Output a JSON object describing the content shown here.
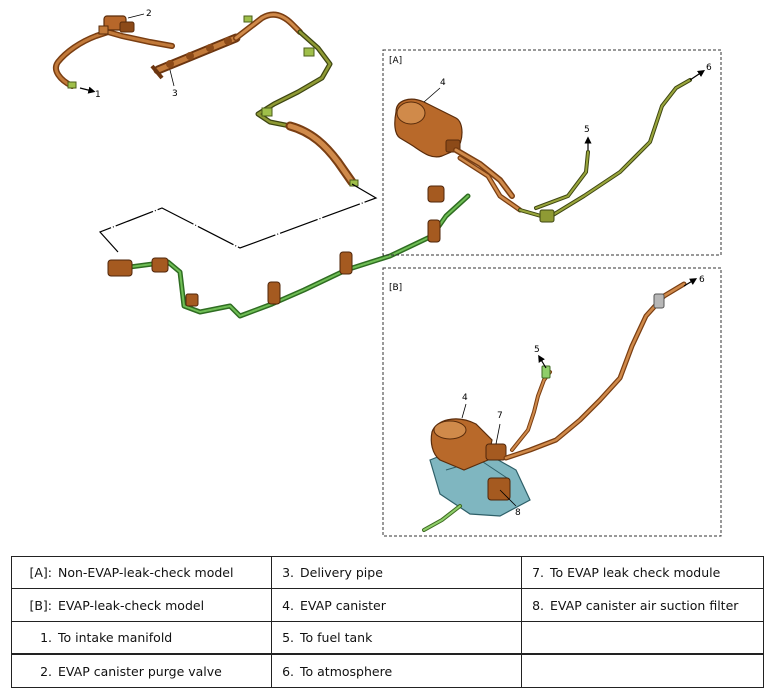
{
  "callouts": {
    "c1": "1",
    "c2": "2",
    "c3": "3",
    "a_box": "[A]",
    "a4": "4",
    "a5": "5",
    "a6": "6",
    "b_box": "[B]",
    "b4": "4",
    "b5": "5",
    "b6": "6",
    "b7": "7",
    "b8": "8"
  },
  "legend": {
    "rows": [
      [
        {
          "key": "[A]:",
          "text": "Non-EVAP-leak-check model"
        },
        {
          "key": "3.",
          "text": "Delivery pipe"
        },
        {
          "key": "7.",
          "text": "To EVAP leak check module"
        }
      ],
      [
        {
          "key": "[B]:",
          "text": "EVAP-leak-check model"
        },
        {
          "key": "4.",
          "text": "EVAP canister"
        },
        {
          "key": "8.",
          "text": "EVAP canister air suction filter"
        }
      ],
      [
        {
          "key": "1.",
          "text": "To intake manifold"
        },
        {
          "key": "5.",
          "text": "To fuel tank"
        },
        {
          "key": "",
          "text": ""
        }
      ],
      [
        {
          "key": "2.",
          "text": "EVAP canister purge valve"
        },
        {
          "key": "6.",
          "text": "To atmosphere"
        },
        {
          "key": "",
          "text": ""
        }
      ]
    ]
  },
  "colors": {
    "copper": "#b7672a",
    "copper_dark": "#7a3e12",
    "green_pipe": "#4e9a3a",
    "olive_pipe": "#6f7a25",
    "canister_teal": "#7fb6c0"
  }
}
